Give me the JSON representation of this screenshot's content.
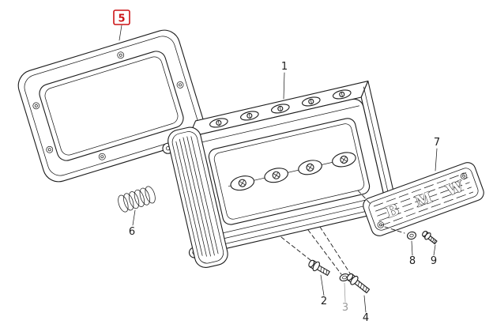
{
  "diagram": {
    "type": "exploded-parts-diagram",
    "background_color": "#ffffff",
    "line_color": "#1c1c1c",
    "highlight_color": "#cc1417",
    "muted_color": "#9a9a9a",
    "selected_part": "5",
    "plate_letters": [
      "B",
      "M",
      "W"
    ],
    "callouts": {
      "c1": {
        "id": "1"
      },
      "c2": {
        "id": "2"
      },
      "c3": {
        "id": "3"
      },
      "c4": {
        "id": "4"
      },
      "c5": {
        "id": "5"
      },
      "c6": {
        "id": "6"
      },
      "c7": {
        "id": "7"
      },
      "c8": {
        "id": "8"
      },
      "c9": {
        "id": "9"
      }
    }
  }
}
